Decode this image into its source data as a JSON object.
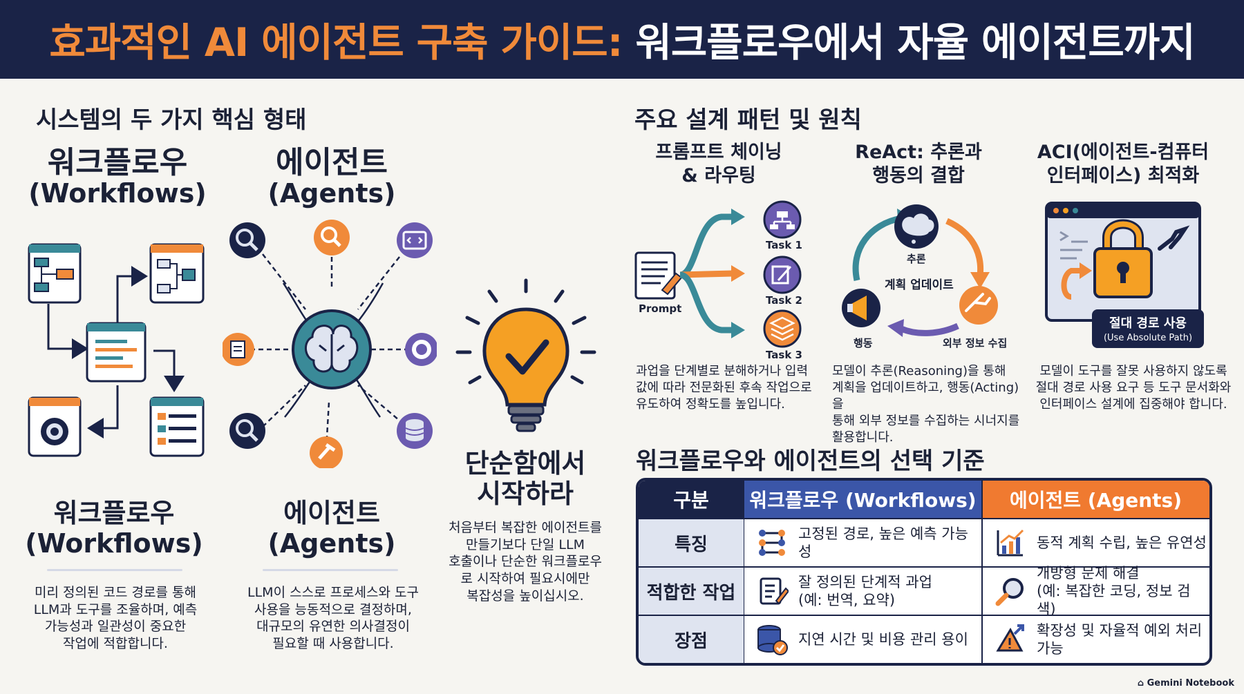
{
  "header": {
    "title_orange": "효과적인 AI 에이전트 구축 가이드:",
    "title_white": "워크플로우에서 자율 에이전트까지"
  },
  "left": {
    "section_title": "시스템의 두 가지 핵심 형태",
    "workflow": {
      "title": "워크플로우",
      "subtitle": "(Workflows)",
      "bottom_title": "워크플로우",
      "bottom_subtitle": "(Workflows)",
      "desc": [
        "미리 정의된 코드 경로를 통해",
        "LLM과 도구를 조율하며, 예측",
        "가능성과 일관성이 중요한",
        "작업에 적합합니다."
      ]
    },
    "agent": {
      "title": "에이전트",
      "subtitle": "(Agents)",
      "bottom_title": "에이전트",
      "bottom_subtitle": "(Agents)",
      "desc": [
        "LLM이 스스로 프로세스와 도구",
        "사용을 능동적으로 결정하며,",
        "대규모의 유연한 의사결정이",
        "필요할 때 사용합니다."
      ]
    },
    "simplicity": {
      "title_1": "단순함에서",
      "title_2": "시작하라",
      "desc": [
        "처음부터 복잡한 에이전트를",
        "만들기보다 단일 LLM",
        "호출이나 단순한 워크플로우",
        "로 시작하여 필요시에만",
        "복잡성을 높이십시오."
      ]
    }
  },
  "right": {
    "section_title": "주요 설계 패턴 및 원칙",
    "patterns": [
      {
        "title_1": "프롬프트 체이닝",
        "title_2": "& 라우팅",
        "labels": {
          "prompt": "Prompt",
          "task1": "Task 1",
          "task2": "Task 2",
          "task3": "Task 3"
        },
        "desc": [
          "과업을 단계별로 분해하거나 입력",
          "값에 따라 전문화된 후속 작업으로",
          "유도하여 정확도를 높입니다."
        ]
      },
      {
        "title_1": "ReAct: 추론과",
        "title_2": "행동의 결합",
        "labels": {
          "reason": "추론",
          "plan": "계획 업데이트",
          "act": "행동",
          "collect": "외부 정보 수집"
        },
        "desc": [
          "모델이 추론(Reasoning)을 통해",
          "계획을 업데이트하고, 행동(Acting)을",
          "통해 외부 정보를 수집하는 시너지를",
          "활용합니다."
        ]
      },
      {
        "title_1": "ACI(에이전트-컴퓨터",
        "title_2": "인터페이스) 최적화",
        "badge_1": "절대 경로 사용",
        "badge_2": "(Use Absolute Path)",
        "desc": [
          "모델이 도구를 잘못 사용하지 않도록",
          "절대 경로 사용 요구 등 도구 문서화와",
          "인터페이스 설계에 집중해야 합니다."
        ]
      }
    ],
    "selection_title": "워크플로우와 에이전트의 선택 기준",
    "table": {
      "headers": [
        "구분",
        "워크플로우 (Workflows)",
        "에이전트 (Agents)"
      ],
      "rows": [
        {
          "label": "특징",
          "workflow": [
            "고정된 경로, 높은 예측 가능성"
          ],
          "agent": [
            "동적 계획 수립, 높은 유연성"
          ]
        },
        {
          "label": "적합한 작업",
          "workflow": [
            "잘 정의된 단계적 과업",
            "(예: 번역, 요약)"
          ],
          "agent": [
            "개방형 문제 해결",
            "(예: 복잡한 코딩, 정보 검색)"
          ]
        },
        {
          "label": "장점",
          "workflow": [
            "지연 시간 및 비용 관리 용이"
          ],
          "agent": [
            "확장성 및 자율적 예외 처리 가능"
          ]
        }
      ]
    }
  },
  "footer": "Gemini Notebook",
  "colors": {
    "navy": "#1a2347",
    "orange": "#f08a3a",
    "teal": "#3a8a98",
    "purple": "#6b5bb0",
    "light": "#dfe4f0"
  }
}
